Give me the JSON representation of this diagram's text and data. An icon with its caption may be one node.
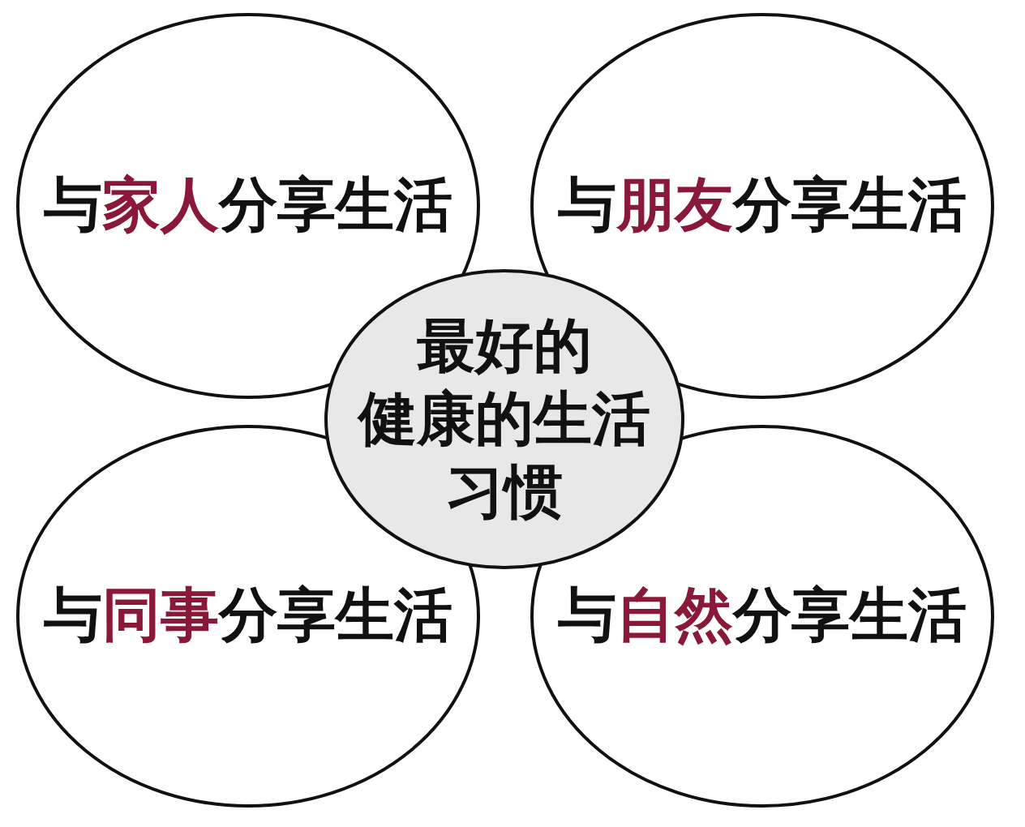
{
  "diagram": {
    "nodes": [
      {
        "text": [
          "与**家人**分享生活"
        ]
      },
      {
        "text": [
          "与**朋友**分享生活"
        ]
      },
      {
        "text": [
          "最好的健康的生活习惯"
        ]
      },
      {
        "text": [
          "与**同事**分享生活"
        ]
      },
      {
        "text": [
          "与**自然**分享生活"
        ]
      }
    ]
  }
}
